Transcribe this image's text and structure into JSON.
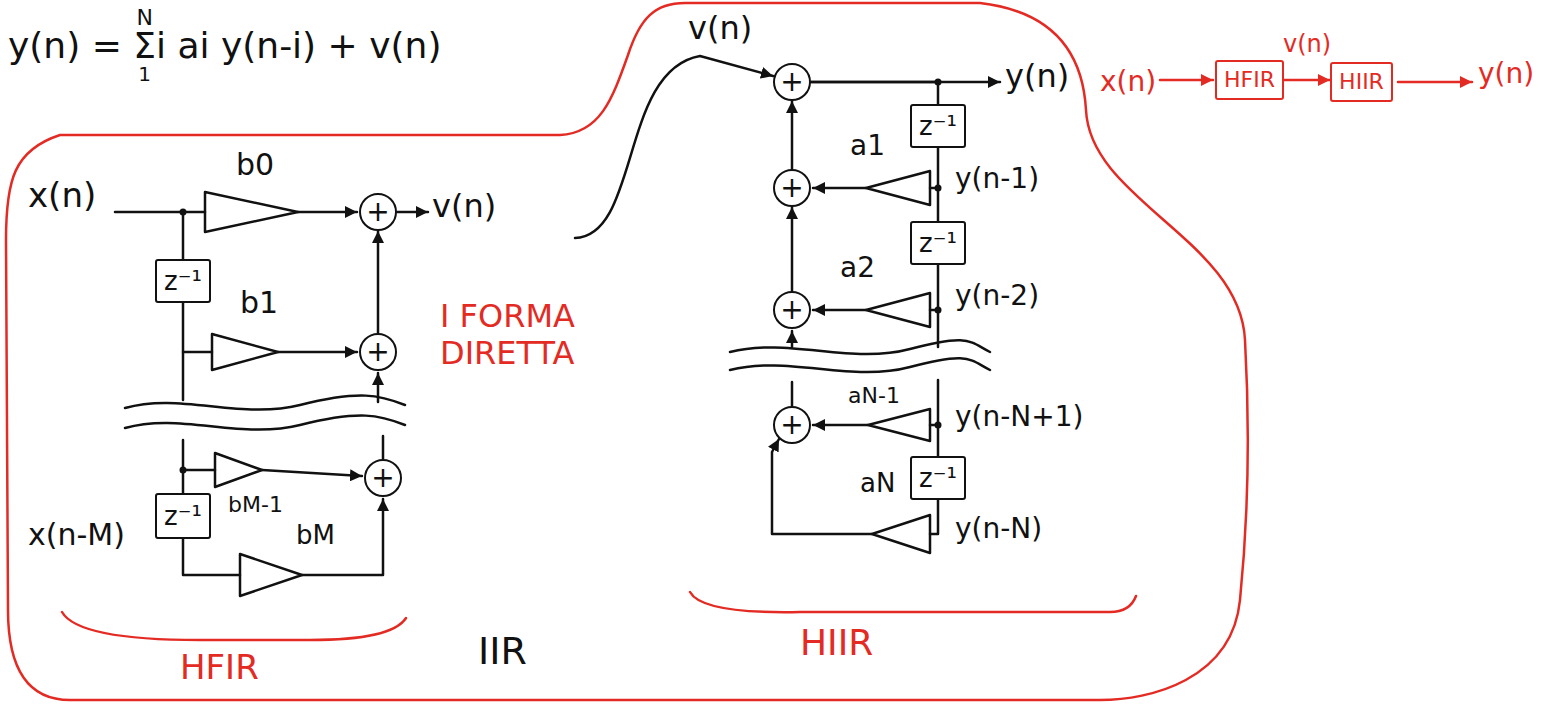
{
  "diagram": {
    "nodes": [
      {
        "text": [
          "HFIR"
        ]
      },
      {
        "text": [
          "HIIR"
        ]
      },
      {
        "text": [
          "z⁻¹"
        ]
      },
      {
        "text": [
          "z⁻¹"
        ]
      },
      {
        "text": [
          "+"
        ]
      },
      {
        "text": [
          "+"
        ]
      },
      {
        "text": [
          "+"
        ]
      },
      {
        "text": [
          "+"
        ]
      },
      {
        "text": [
          "z⁻¹"
        ]
      },
      {
        "text": [
          "+"
        ]
      },
      {
        "text": [
          "z⁻¹"
        ]
      },
      {
        "text": [
          "+"
        ]
      },
      {
        "text": [
          "+"
        ]
      },
      {
        "text": [
          "z⁻¹"
        ]
      }
    ],
    "edges": [
      {
        "from": 0,
        "to": 1,
        "arrow": "to",
        "label": "v(n)"
      },
      {
        "from": 5,
        "to": 4,
        "arrow": "to"
      },
      {
        "from": 9,
        "to": 7,
        "arrow": "to"
      },
      {
        "from": 11,
        "to": 9,
        "arrow": "to"
      },
      {
        "from": 7,
        "to": 8,
        "arrow": "none"
      },
      {
        "from": 8,
        "to": 10,
        "arrow": "none"
      }
    ],
    "labels": [
      "N",
      "1",
      "y(n) = Σi ai y(n-i) + v(n)",
      "x(n)",
      "b0",
      "b1",
      "bM-1",
      "bM",
      "x(n-M)",
      "v(n)",
      "I FORMA DIRETTA",
      "IIR",
      "HFIR",
      "v(n)",
      "y(n)",
      "a1",
      "y(n-1)",
      "a2",
      "y(n-2)",
      "aN-1",
      "y(n-N+1)",
      "aN",
      "y(n-N)",
      "HIIR",
      "x(n)",
      "y(n)"
    ]
  }
}
